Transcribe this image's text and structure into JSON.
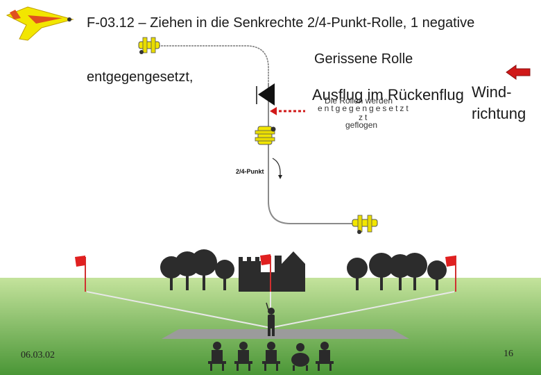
{
  "title": "F-03.12 – Ziehen in die Senkrechte 2/4-Punkt-Rolle, 1 negative",
  "subtitle": "entgegengesetzt,",
  "labels": {
    "gerissene_rolle": "Gerissene Rolle",
    "ausflug": "Ausflug im Rückenflug",
    "rollen_line": "Die Rollen werden",
    "entgegengesetzt_spaced": "entgegengesetzt",
    "zt_spaced": "zt",
    "geflogen": "geflogen",
    "wind_line1": "Wind-",
    "wind_line2": "richtung",
    "punkt_label": "2/4-Punkt"
  },
  "footer": {
    "date": "06.03.02",
    "page_number": "16"
  },
  "colors": {
    "sky": "#ffffff",
    "grass_top": "#b5d98a",
    "grass_bottom": "#4f9a3a",
    "runway": "#9a9a9a",
    "wind_arrow": "#d01818",
    "plane": "#f2e600",
    "flag": "#e02020"
  },
  "icons": [
    "model-plane-icon",
    "biplane-icon",
    "wind-arrow-icon",
    "flag-icon",
    "tree-icon",
    "castle-icon",
    "pilot-icon",
    "judge-icon"
  ]
}
